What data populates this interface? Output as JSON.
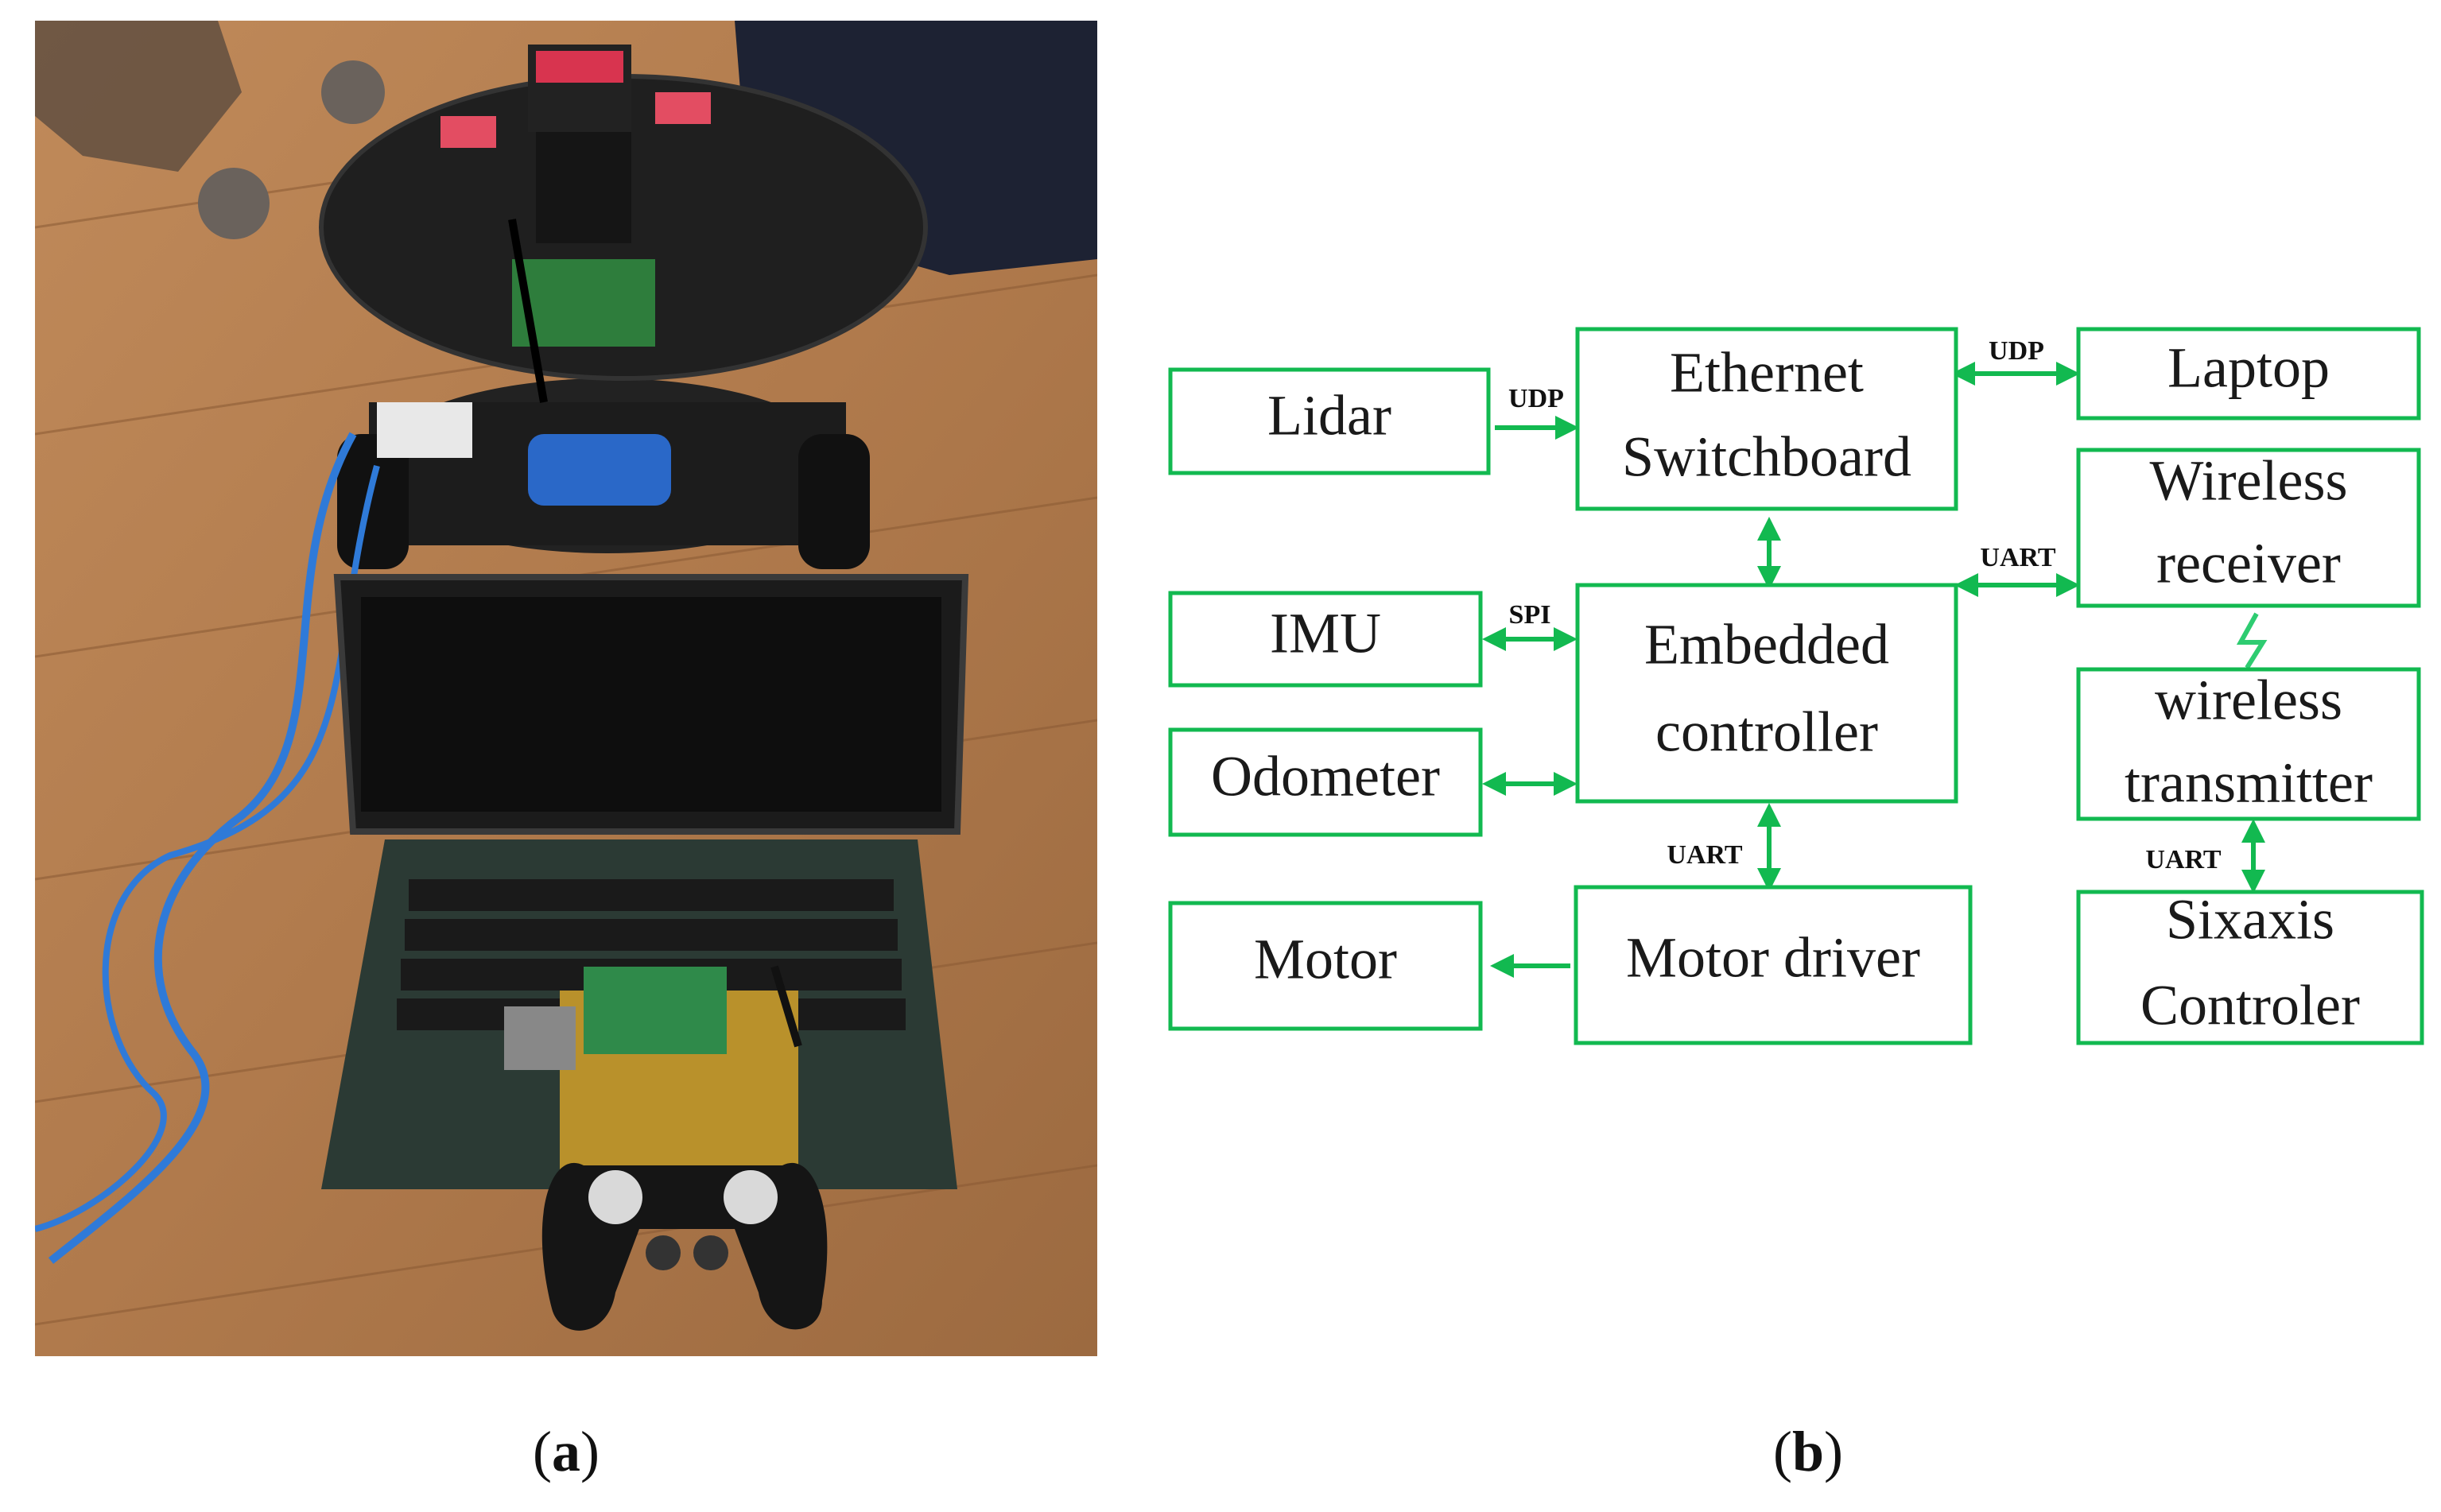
{
  "panel_a": {
    "photo_description_icon": "robot-laptop-gamepad-photo",
    "caption_open": "(",
    "caption_letter": "a",
    "caption_close": ")"
  },
  "panel_b": {
    "caption_open": "(",
    "caption_letter": "b",
    "caption_close": ")",
    "blocks": {
      "lidar": "Lidar",
      "ethernet_line1": "Ethernet",
      "ethernet_line2": "Switchboard",
      "laptop": "Laptop",
      "wireless_receiver_line1": "Wireless",
      "wireless_receiver_line2": "receiver",
      "imu": "IMU",
      "embedded_line1": "Embedded",
      "embedded_line2": "controller",
      "odometer": "Odometer",
      "wireless_transmitter_line1": "wireless",
      "wireless_transmitter_line2": "transmitter",
      "motor": "Motor",
      "motor_driver": "Motor driver",
      "sixaxis_line1": "Sixaxis",
      "sixaxis_line2": "Controler"
    },
    "protocols": {
      "lidar_ethernet": "UDP",
      "ethernet_laptop": "UDP",
      "embedded_receiver": "UART",
      "imu_embedded": "SPI",
      "embedded_motor_driver": "UART",
      "transmitter_sixaxis": "UART"
    },
    "colors": {
      "accent": "#12b950",
      "wireless_link": "#2ecc71"
    }
  }
}
